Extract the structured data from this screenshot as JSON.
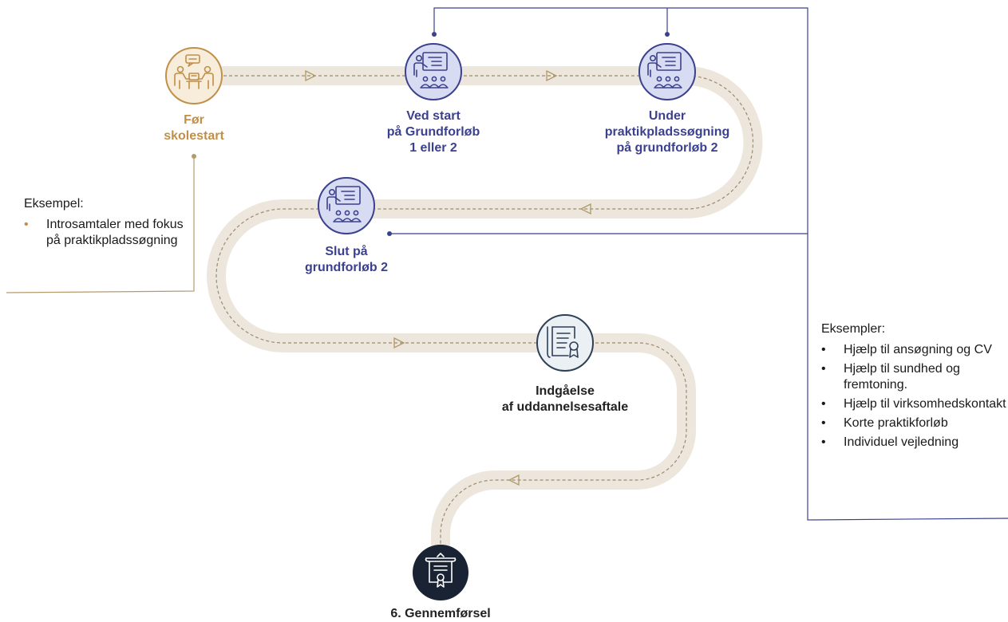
{
  "colors": {
    "road": "#ede6dc",
    "road_dash": "#9c8b6e",
    "arrow": "#b09968",
    "gold": "#c0904a",
    "gold_fill": "#f8edda",
    "blue": "#3b418e",
    "blue_fill": "#d7dcf2",
    "teal": "#2f3f55",
    "teal_fill": "#eaf0f4",
    "dark": "#1a2334",
    "connector": "#3b418e",
    "connector_gold": "#b59a6e"
  },
  "steps": [
    {
      "id": "foer",
      "lines": [
        "Før",
        "skolestart"
      ],
      "icon": "meeting-icon"
    },
    {
      "id": "ved_start",
      "lines": [
        "Ved start",
        "på Grundforløb",
        "1 eller 2"
      ],
      "icon": "presentation-icon"
    },
    {
      "id": "under",
      "lines": [
        "Under",
        "praktikpladssøgning",
        "på grundforløb 2"
      ],
      "icon": "presentation-icon"
    },
    {
      "id": "slut",
      "lines": [
        "Slut på",
        "grundforløb 2"
      ],
      "icon": "presentation-icon"
    },
    {
      "id": "indgaaelse",
      "lines": [
        "Indgåelse",
        "af uddannelsesaftale"
      ],
      "icon": "contract-icon"
    },
    {
      "id": "gennemfoersel",
      "lines": [
        "6. Gennemførsel"
      ],
      "icon": "certificate-icon"
    }
  ],
  "left_box": {
    "heading": "Eksempel:",
    "bullet": "•",
    "items": [
      "Introsamtaler med fokus på praktikpladssøgning"
    ]
  },
  "right_box": {
    "heading": "Eksempler:",
    "bullet": "•",
    "items": [
      "Hjælp til ansøgning og CV",
      "Hjælp til sundhed og fremtoning.",
      "Hjælp til virksomhedskontakt",
      "Korte praktikforløb",
      "Individuel vejledning"
    ]
  }
}
